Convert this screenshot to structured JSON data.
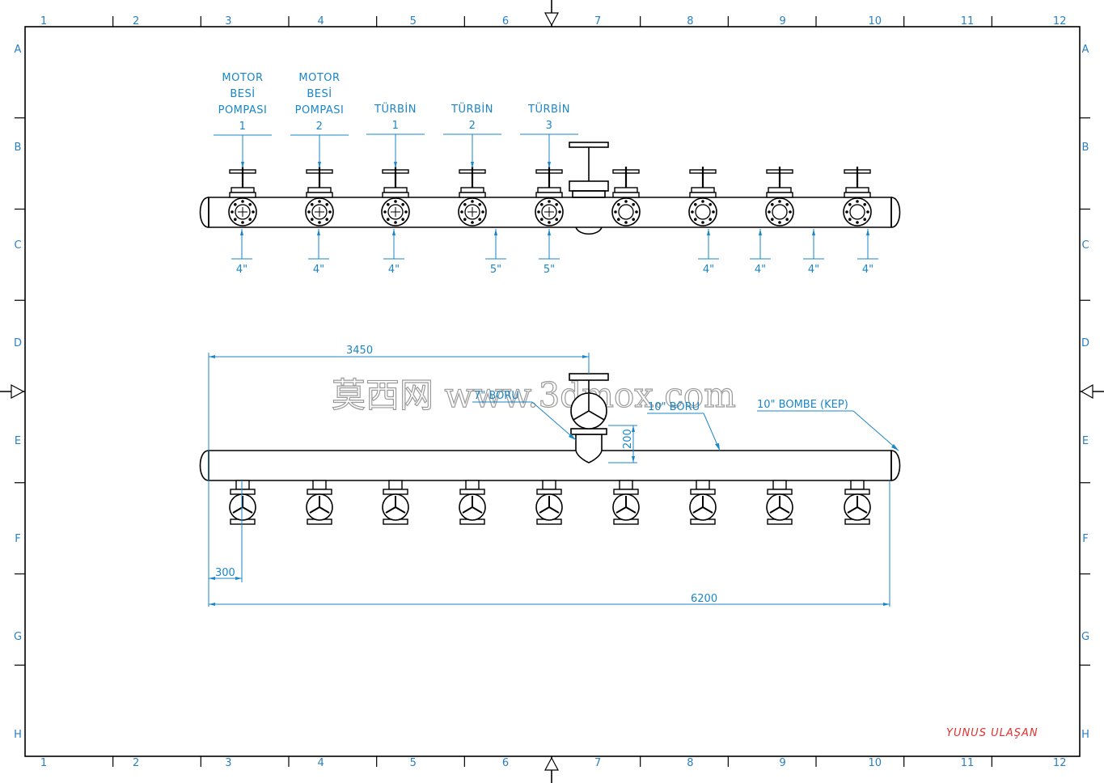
{
  "border": {
    "column_labels": [
      "1",
      "2",
      "3",
      "4",
      "5",
      "6",
      "7",
      "8",
      "9",
      "10",
      "11",
      "12"
    ],
    "row_labels": [
      "A",
      "B",
      "C",
      "D",
      "E",
      "F",
      "G",
      "H"
    ]
  },
  "top_view": {
    "outlet_labels": [
      {
        "lines": [
          "MOTOR",
          "BESİ",
          "POMPASI",
          "1"
        ]
      },
      {
        "lines": [
          "MOTOR",
          "BESİ",
          "POMPASI",
          "2"
        ]
      },
      {
        "lines": [
          "TÜRBİN",
          "1"
        ]
      },
      {
        "lines": [
          "TÜRBİN",
          "2"
        ]
      },
      {
        "lines": [
          "TÜRBİN",
          "3"
        ]
      }
    ],
    "bottom_sizes": [
      "4\"",
      "4\"",
      "4\"",
      "5\"",
      "5\"",
      "4\"",
      "4\"",
      "4\"",
      "4\""
    ]
  },
  "front_view": {
    "dimensions": {
      "d3450": "3450",
      "d200": "200",
      "d300": "300",
      "d6200": "6200"
    },
    "callouts": {
      "pipe": "10\" BORU",
      "cap": "10\" BOMBE (KEP)",
      "branch": "7\" BORU"
    }
  },
  "watermark": "莫西网 www.3dmox.com",
  "author": "YUNUS ULAŞAN",
  "colors": {
    "annotation": "#1a86c7",
    "linework": "#000000",
    "author": "#e0312f"
  }
}
